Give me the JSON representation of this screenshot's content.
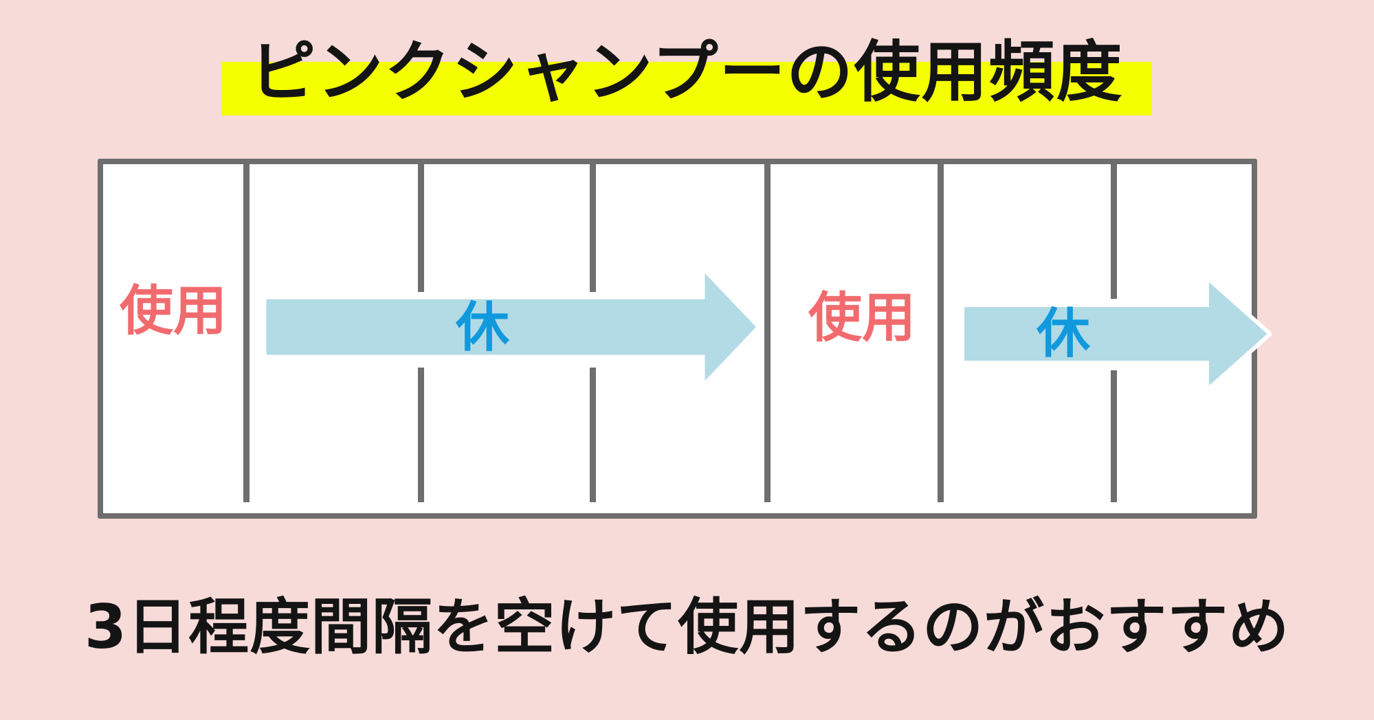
{
  "title": "ピンクシャンプーの使用頻度",
  "colors": {
    "background": "#f7dbd8",
    "title_highlight": "#f4ff00",
    "grid_border": "#6e6e6e",
    "use_label": "#f16b6e",
    "rest_label": "#1199dd",
    "arrow_fill": "#b2dbe6"
  },
  "schedule": {
    "segments": [
      {
        "label": "使用",
        "type": "use"
      },
      {
        "label": "休",
        "type": "rest"
      },
      {
        "label": "使用",
        "type": "use"
      },
      {
        "label": "休",
        "type": "rest"
      }
    ]
  },
  "caption": "3日程度間隔を空けて使用するのがおすすめ"
}
